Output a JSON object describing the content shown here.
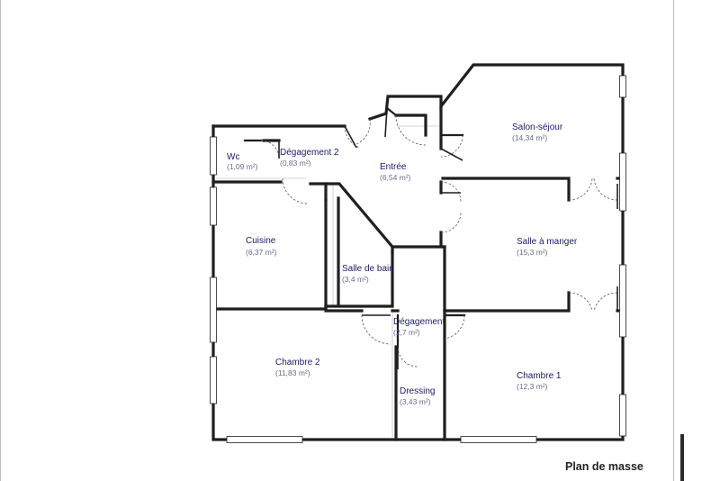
{
  "plan": {
    "caption": "Plan de masse",
    "rooms": [
      {
        "key": "wc",
        "name": "Wc",
        "area": "(1,09 m²)"
      },
      {
        "key": "degagement2",
        "name": "Dégagement 2",
        "area": "(0,83 m²)"
      },
      {
        "key": "entree",
        "name": "Entrée",
        "area": "(6,54 m²)"
      },
      {
        "key": "salon",
        "name": "Salon-séjour",
        "area": "(14,34 m²)"
      },
      {
        "key": "cuisine",
        "name": "Cuisine",
        "area": "(6,37 m²)"
      },
      {
        "key": "salle_manger",
        "name": "Salle à manger",
        "area": "(15,3 m²)"
      },
      {
        "key": "salle_bain",
        "name": "Salle de bain",
        "area": "(3,4 m²)"
      },
      {
        "key": "degagement",
        "name": "Dégagement",
        "area": "(2,7 m²)"
      },
      {
        "key": "chambre2",
        "name": "Chambre 2",
        "area": "(11,83 m²)"
      },
      {
        "key": "chambre1",
        "name": "Chambre 1",
        "area": "(12,3 m²)"
      },
      {
        "key": "dressing",
        "name": "Dressing",
        "area": "(3,43 m²)"
      }
    ]
  },
  "colors": {
    "room_label": "#1a1a66",
    "area_label": "#6a6a8a",
    "walls": "#1f1f1f"
  }
}
